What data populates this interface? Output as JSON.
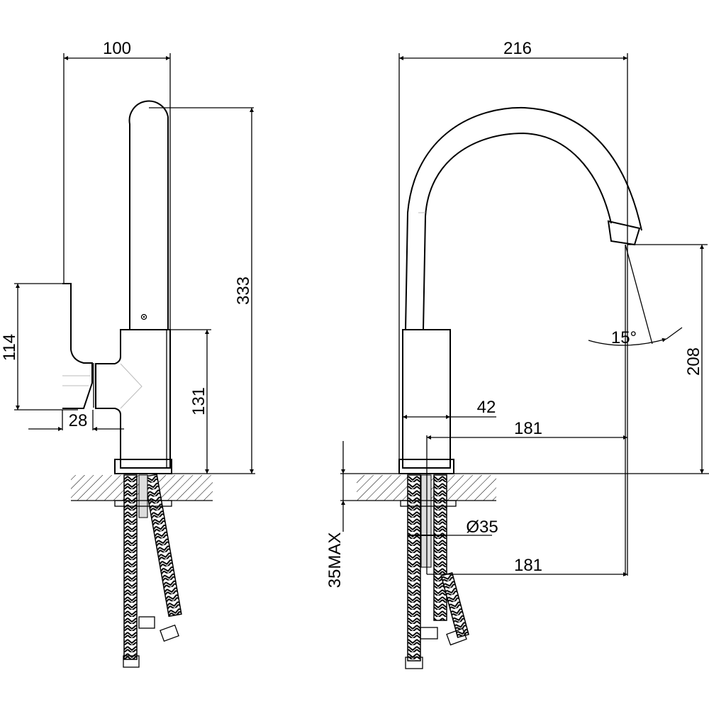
{
  "side_view": {
    "width_label": "100",
    "height_label": "333",
    "handle_height_label": "114",
    "handle_depth_label": "28",
    "body_height_label": "131"
  },
  "front_view": {
    "width_label": "216",
    "spout_height_label": "208",
    "angle_label": "15°",
    "body_width_label": "42",
    "reach_label": "181",
    "hole_label": "Ø35",
    "reach_lower_label": "181",
    "counter_max_label": "35MAX"
  }
}
